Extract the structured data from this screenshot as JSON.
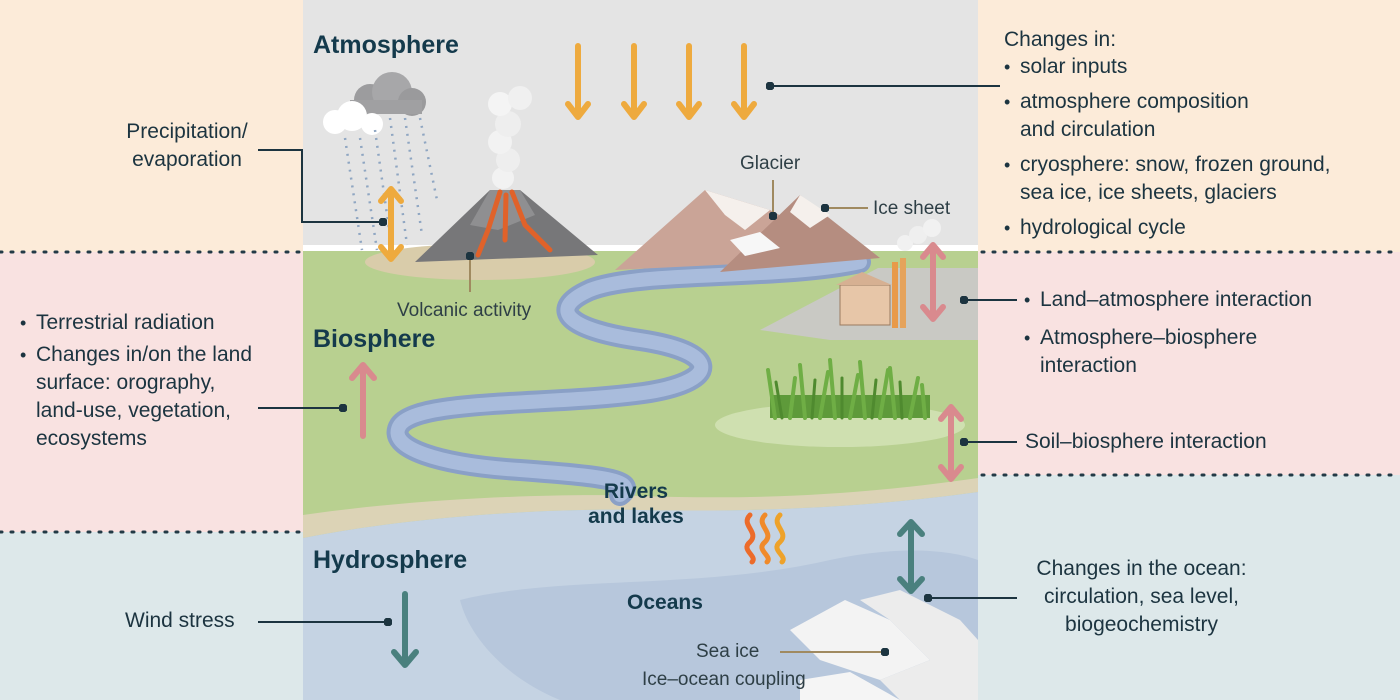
{
  "spheres": {
    "atmosphere": "Atmosphere",
    "biosphere": "Biosphere",
    "hydrosphere": "Hydrosphere"
  },
  "left_labels": {
    "precipitation": "Precipitation/\nevaporation",
    "biosphere_bullets": [
      "Terrestrial radiation",
      "Changes in/on the land\nsurface: orography,\nland-use, vegetation,\necosystems"
    ],
    "wind_stress": "Wind stress"
  },
  "right_labels": {
    "changes_in_title": "Changes in:",
    "changes_in_items": [
      "solar inputs",
      "atmosphere composition\nand circulation",
      "cryosphere: snow, frozen ground,\nsea ice, ice sheets, glaciers",
      "hydrological cycle"
    ],
    "interaction_items": [
      "Land–atmosphere interaction",
      "Atmosphere–biosphere\ninteraction"
    ],
    "soil_biosphere": "Soil–biosphere interaction",
    "ocean_changes": "Changes in the ocean:\ncirculation, sea level,\nbiogeochemistry"
  },
  "feature_labels": {
    "glacier": "Glacier",
    "ice_sheet": "Ice sheet",
    "volcanic_activity": "Volcanic activity",
    "rivers_lakes": "Rivers\nand lakes",
    "oceans": "Oceans",
    "sea_ice": "Sea ice",
    "ice_ocean_coupling": "Ice–ocean coupling"
  },
  "colors": {
    "atmosphere_band": "#fcebd9",
    "biosphere_band": "#f9e2e1",
    "hydrosphere_band": "#dde8ea",
    "sky": "#e4e4e4",
    "land": "#b8d090",
    "ocean": "#c5d3e3",
    "orange_arrow": "#eeaa3e",
    "pink_arrow": "#d98a8e",
    "teal_arrow": "#4a807e",
    "river": "#9eb2d2"
  },
  "icons": [
    "cloud-icon",
    "volcano-icon",
    "mountain-icon",
    "factory-icon",
    "grass-icon",
    "heat-waves-icon",
    "sea-ice-icon"
  ]
}
